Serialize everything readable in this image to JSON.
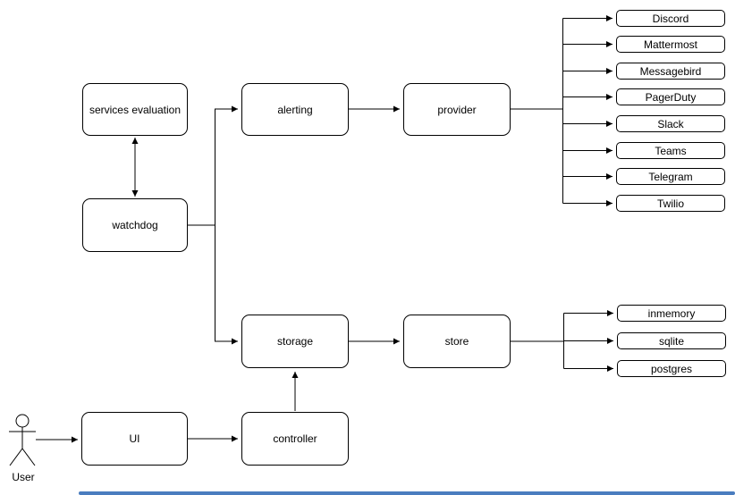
{
  "diagram": {
    "nodes": {
      "services_evaluation": "services evaluation",
      "alerting": "alerting",
      "provider": "provider",
      "watchdog": "watchdog",
      "storage": "storage",
      "store": "store",
      "ui": "UI",
      "controller": "controller"
    },
    "provider_targets": [
      "Discord",
      "Mattermost",
      "Messagebird",
      "PagerDuty",
      "Slack",
      "Teams",
      "Telegram",
      "Twilio"
    ],
    "store_targets": [
      "inmemory",
      "sqlite",
      "postgres"
    ],
    "actor_label": "User",
    "edges": [
      {
        "from": "services_evaluation",
        "to": "watchdog",
        "direction": "bidirectional"
      },
      {
        "from": "watchdog",
        "to": "alerting"
      },
      {
        "from": "watchdog",
        "to": "storage"
      },
      {
        "from": "alerting",
        "to": "provider"
      },
      {
        "from": "provider",
        "to": "Discord"
      },
      {
        "from": "provider",
        "to": "Mattermost"
      },
      {
        "from": "provider",
        "to": "Messagebird"
      },
      {
        "from": "provider",
        "to": "PagerDuty"
      },
      {
        "from": "provider",
        "to": "Slack"
      },
      {
        "from": "provider",
        "to": "Teams"
      },
      {
        "from": "provider",
        "to": "Telegram"
      },
      {
        "from": "provider",
        "to": "Twilio"
      },
      {
        "from": "storage",
        "to": "store"
      },
      {
        "from": "store",
        "to": "inmemory"
      },
      {
        "from": "store",
        "to": "sqlite"
      },
      {
        "from": "store",
        "to": "postgres"
      },
      {
        "from": "controller",
        "to": "storage"
      },
      {
        "from": "ui",
        "to": "controller"
      },
      {
        "from": "user",
        "to": "ui"
      }
    ],
    "colors": {
      "stroke": "#000000",
      "node_fill": "#ffffff",
      "background": "#ffffff",
      "scrollbar": "#4a7dbf"
    }
  }
}
